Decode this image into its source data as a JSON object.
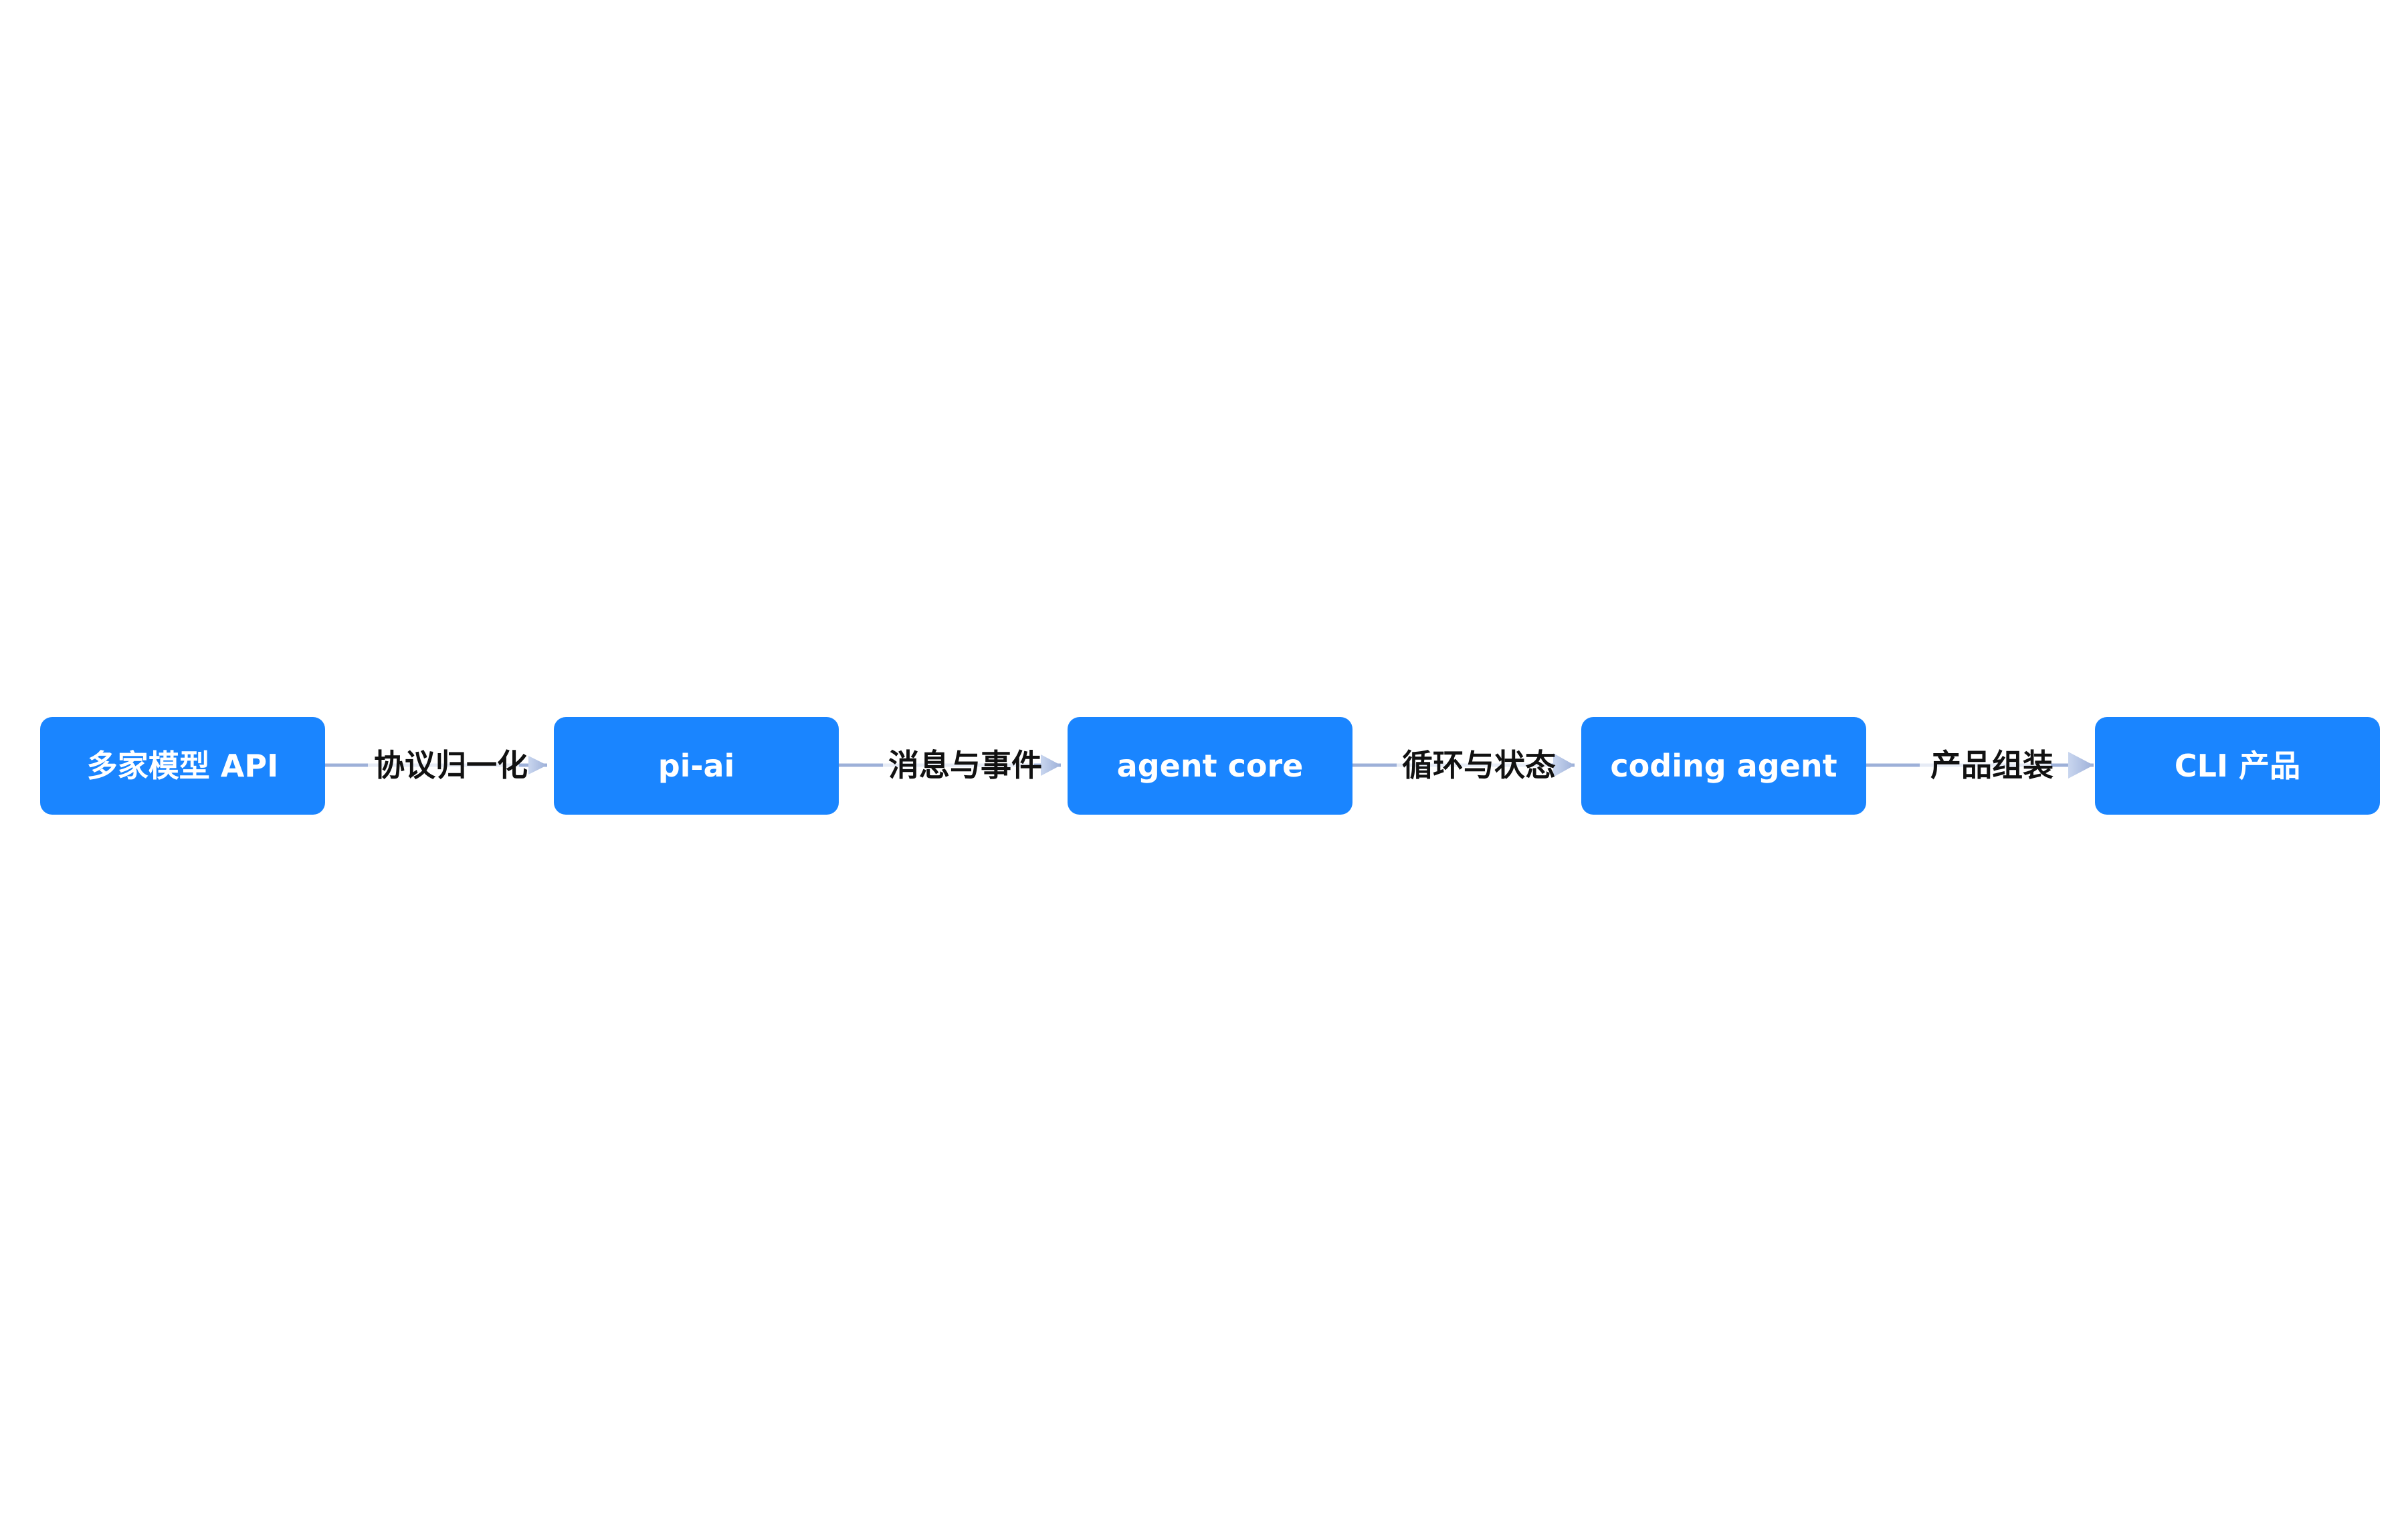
{
  "colors": {
    "node_fill": "#1a85ff",
    "node_text": "#ffffff",
    "edge_line": "#9db0d8",
    "edge_text": "#111111",
    "background": "#ffffff"
  },
  "nodes": [
    {
      "label": "多家模型 API"
    },
    {
      "label": "pi-ai"
    },
    {
      "label": "agent core"
    },
    {
      "label": "coding agent"
    },
    {
      "label": "CLI 产品"
    }
  ],
  "edges": [
    {
      "label": "协议归一化"
    },
    {
      "label": "消息与事件"
    },
    {
      "label": "循环与状态"
    },
    {
      "label": "产品组装"
    }
  ]
}
